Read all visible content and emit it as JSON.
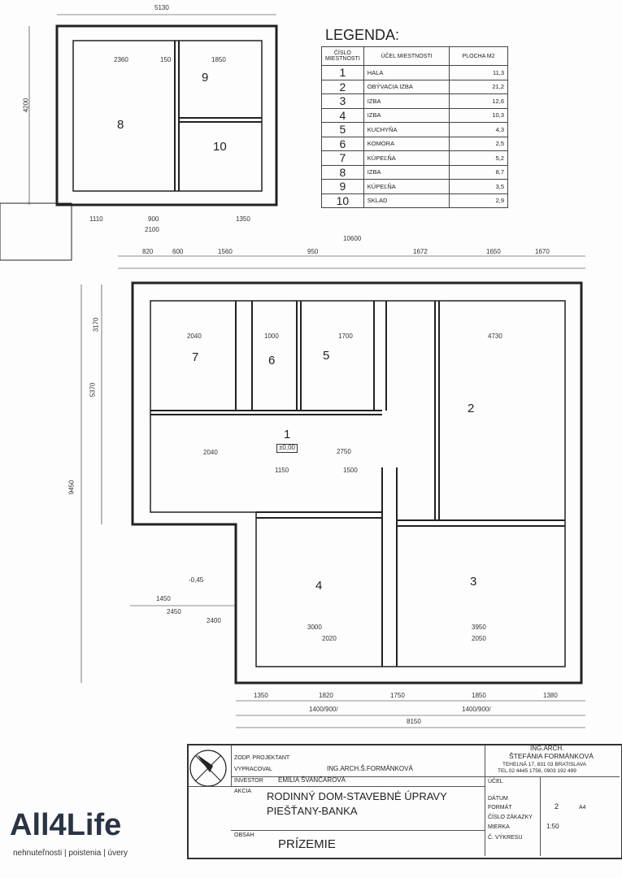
{
  "legend": {
    "title": "LEGENDA:",
    "headers": [
      "ČÍSLO MIESTNOSTI",
      "ÚČEL MIESTNOSTI",
      "PLOCHA M2"
    ],
    "rows": [
      {
        "num": "1",
        "name": "HALA",
        "area": "11,3"
      },
      {
        "num": "2",
        "name": "OBÝVACIA IZBA",
        "area": "21,2"
      },
      {
        "num": "3",
        "name": "IZBA",
        "area": "12,6"
      },
      {
        "num": "4",
        "name": "IZBA",
        "area": "10,3"
      },
      {
        "num": "5",
        "name": "KUCHYŇA",
        "area": "4,3"
      },
      {
        "num": "6",
        "name": "KOMORA",
        "area": "2,5"
      },
      {
        "num": "7",
        "name": "KÚPEĽŇA",
        "area": "5,2"
      },
      {
        "num": "8",
        "name": "IZBA",
        "area": "8,7"
      },
      {
        "num": "9",
        "name": "KÚPEĽŇA",
        "area": "3,5"
      },
      {
        "num": "10",
        "name": "SKLAD",
        "area": "2,9"
      }
    ]
  },
  "plan": {
    "rooms": [
      "1",
      "2",
      "3",
      "4",
      "5",
      "6",
      "7",
      "8",
      "9",
      "10"
    ],
    "level_main": "±0,00",
    "level_entry": "-0,45",
    "dims": {
      "annex_top": "5130",
      "annex_left": "4200",
      "d2360": "2360",
      "d150": "150",
      "d1850": "1850",
      "d1110": "1110",
      "d900": "900",
      "d1350": "1350",
      "d2100": "2100",
      "total_width": "10600",
      "d820": "820",
      "d600": "600",
      "d1560": "1560",
      "d950": "950",
      "d1672": "1672",
      "d1650": "1650",
      "d1670": "1670",
      "d2040": "2040",
      "d1000": "1000",
      "d1700": "1700",
      "d4730": "4730",
      "d2750": "2750",
      "d1150": "1150",
      "d1500": "1500",
      "d3000": "3000",
      "d3950": "3950",
      "d2020": "2020",
      "d2050": "2050",
      "d9450": "9450",
      "d5370": "5370",
      "d3170": "3170",
      "bottom_1": "1350",
      "bottom_2": "1820",
      "bottom_3": "1750",
      "bottom_4": "1850",
      "bottom_5": "1380",
      "bottom_w1": "1400/900/",
      "bottom_w2": "1400/900/",
      "bottom_total": "8150",
      "d1450": "1450",
      "d2450": "2450",
      "d2400": "2400"
    }
  },
  "title_block": {
    "architect_title": "ING.ARCH.",
    "architect_name": "ŠTEFÁNIA FORMÁNKOVÁ",
    "address": "TEHELNÁ 17, 831 03 BRATISLAVA",
    "phone": "TEL.02 4445 1756, 0903 192 499",
    "label_zodp": "ZODP. PROJEKTANT",
    "label_vypracoval": "VYPRACOVAL",
    "vypracoval": "ING.ARCH.Š.FORMÁNKOVÁ",
    "label_investor": "INVESTOR",
    "investor": "EMÍLIA ŠVANČAROVÁ",
    "label_akcia": "AKCIA",
    "akcia_1": "RODINNÝ DOM-STAVEBNÉ ÚPRAVY",
    "akcia_2": "PIEŠŤANY-BANKA",
    "label_obsah": "OBSAH",
    "obsah": "PRÍZEMIE",
    "label_ucel": "ÚČEL",
    "label_datum": "DÁTUM",
    "label_format": "FORMÁT",
    "format": "2",
    "format_unit": "A4",
    "label_cislo": "ČÍSLO ZÁKAZKY",
    "label_mierka": "MIERKA",
    "mierka": "1:50",
    "label_cislo_vykresu": "Č. VÝKRESU"
  },
  "watermark": {
    "logo": "All4Life",
    "tagline": "nehnuteľnosti | poistenia | úvery",
    "color": "#2a3444"
  }
}
